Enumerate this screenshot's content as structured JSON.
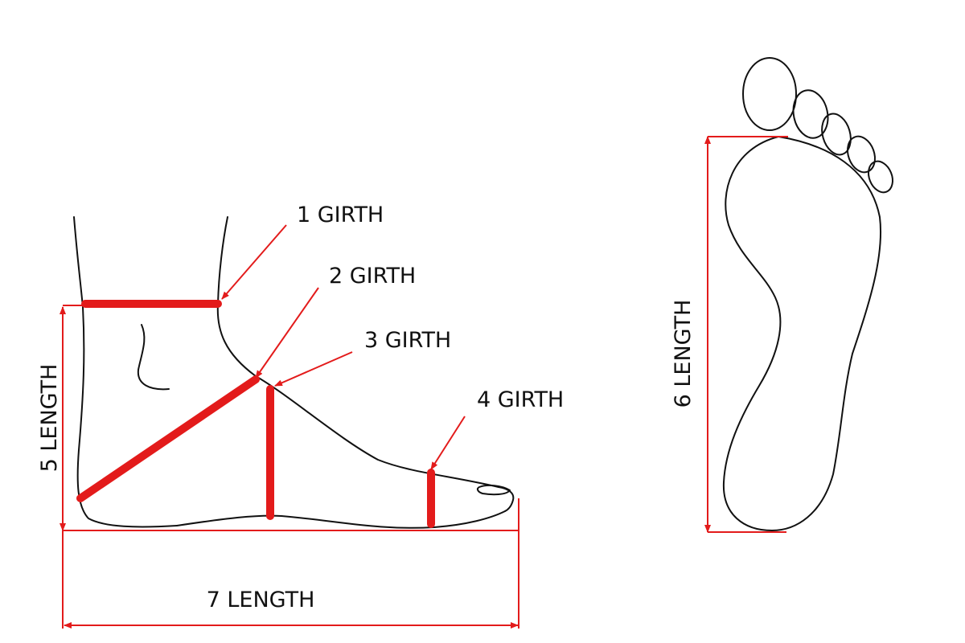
{
  "labels": {
    "girth_1": "1 GIRTH",
    "girth_2": "2 GIRTH",
    "girth_3": "3 GIRTH",
    "girth_4": "4 GIRTH",
    "length_5": "5 LENGTH",
    "length_6": "6 LENGTH",
    "length_7": "7 LENGTH"
  },
  "colors": {
    "measure": "#e31b1b",
    "outline": "#111111",
    "background": "#ffffff"
  }
}
